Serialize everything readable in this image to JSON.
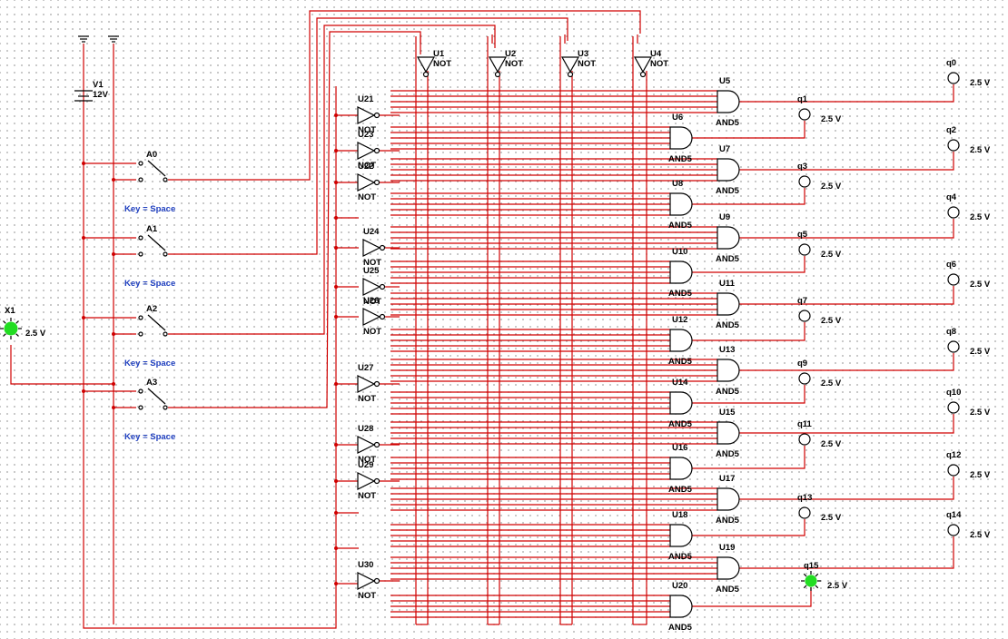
{
  "colors": {
    "wire": "#d00000",
    "led_on": "#22dd22",
    "key_text": "#1f3fbf"
  },
  "source": {
    "ref": "V1",
    "value": "12V"
  },
  "indicator_x1": {
    "ref": "X1",
    "value": "2.5 V",
    "state": "on"
  },
  "switches": [
    {
      "ref": "A0",
      "key": "Key = Space"
    },
    {
      "ref": "A1",
      "key": "Key = Space"
    },
    {
      "ref": "A2",
      "key": "Key = Space"
    },
    {
      "ref": "A3",
      "key": "Key = Space"
    }
  ],
  "inverters_top": [
    {
      "ref": "U1",
      "type": "NOT"
    },
    {
      "ref": "U2",
      "type": "NOT"
    },
    {
      "ref": "U3",
      "type": "NOT"
    },
    {
      "ref": "U4",
      "type": "NOT"
    }
  ],
  "inverters_left": [
    {
      "ref": "U21",
      "type": "NOT"
    },
    {
      "ref": "U23",
      "type": "NOT"
    },
    {
      "ref": "U22",
      "type": "NOT"
    },
    {
      "ref": "U24",
      "type": "NOT"
    },
    {
      "ref": "U25",
      "type": "NOT"
    },
    {
      "ref": "U26",
      "type": "NOT"
    },
    {
      "ref": "U27",
      "type": "NOT"
    },
    {
      "ref": "U28",
      "type": "NOT"
    },
    {
      "ref": "U29",
      "type": "NOT"
    },
    {
      "ref": "U30",
      "type": "NOT"
    }
  ],
  "and_gates": [
    {
      "ref": "U5",
      "type": "AND5"
    },
    {
      "ref": "U6",
      "type": "AND5"
    },
    {
      "ref": "U7",
      "type": "AND5"
    },
    {
      "ref": "U8",
      "type": "AND5"
    },
    {
      "ref": "U9",
      "type": "AND5"
    },
    {
      "ref": "U10",
      "type": "AND5"
    },
    {
      "ref": "U11",
      "type": "AND5"
    },
    {
      "ref": "U12",
      "type": "AND5"
    },
    {
      "ref": "U13",
      "type": "AND5"
    },
    {
      "ref": "U14",
      "type": "AND5"
    },
    {
      "ref": "U15",
      "type": "AND5"
    },
    {
      "ref": "U16",
      "type": "AND5"
    },
    {
      "ref": "U17",
      "type": "AND5"
    },
    {
      "ref": "U18",
      "type": "AND5"
    },
    {
      "ref": "U19",
      "type": "AND5"
    },
    {
      "ref": "U20",
      "type": "AND5"
    }
  ],
  "outputs": [
    {
      "ref": "q0",
      "value": "2.5 V",
      "state": "off"
    },
    {
      "ref": "q1",
      "value": "2.5 V",
      "state": "off"
    },
    {
      "ref": "q2",
      "value": "2.5 V",
      "state": "off"
    },
    {
      "ref": "q3",
      "value": "2.5 V",
      "state": "off"
    },
    {
      "ref": "q4",
      "value": "2.5 V",
      "state": "off"
    },
    {
      "ref": "q5",
      "value": "2.5 V",
      "state": "off"
    },
    {
      "ref": "q6",
      "value": "2.5 V",
      "state": "off"
    },
    {
      "ref": "q7",
      "value": "2.5 V",
      "state": "off"
    },
    {
      "ref": "q8",
      "value": "2.5 V",
      "state": "off"
    },
    {
      "ref": "q9",
      "value": "2.5 V",
      "state": "off"
    },
    {
      "ref": "q10",
      "value": "2.5 V",
      "state": "off"
    },
    {
      "ref": "q11",
      "value": "2.5 V",
      "state": "off"
    },
    {
      "ref": "q12",
      "value": "2.5 V",
      "state": "off"
    },
    {
      "ref": "q13",
      "value": "2.5 V",
      "state": "off"
    },
    {
      "ref": "q14",
      "value": "2.5 V",
      "state": "off"
    },
    {
      "ref": "q15",
      "value": "2.5 V",
      "state": "on"
    }
  ]
}
